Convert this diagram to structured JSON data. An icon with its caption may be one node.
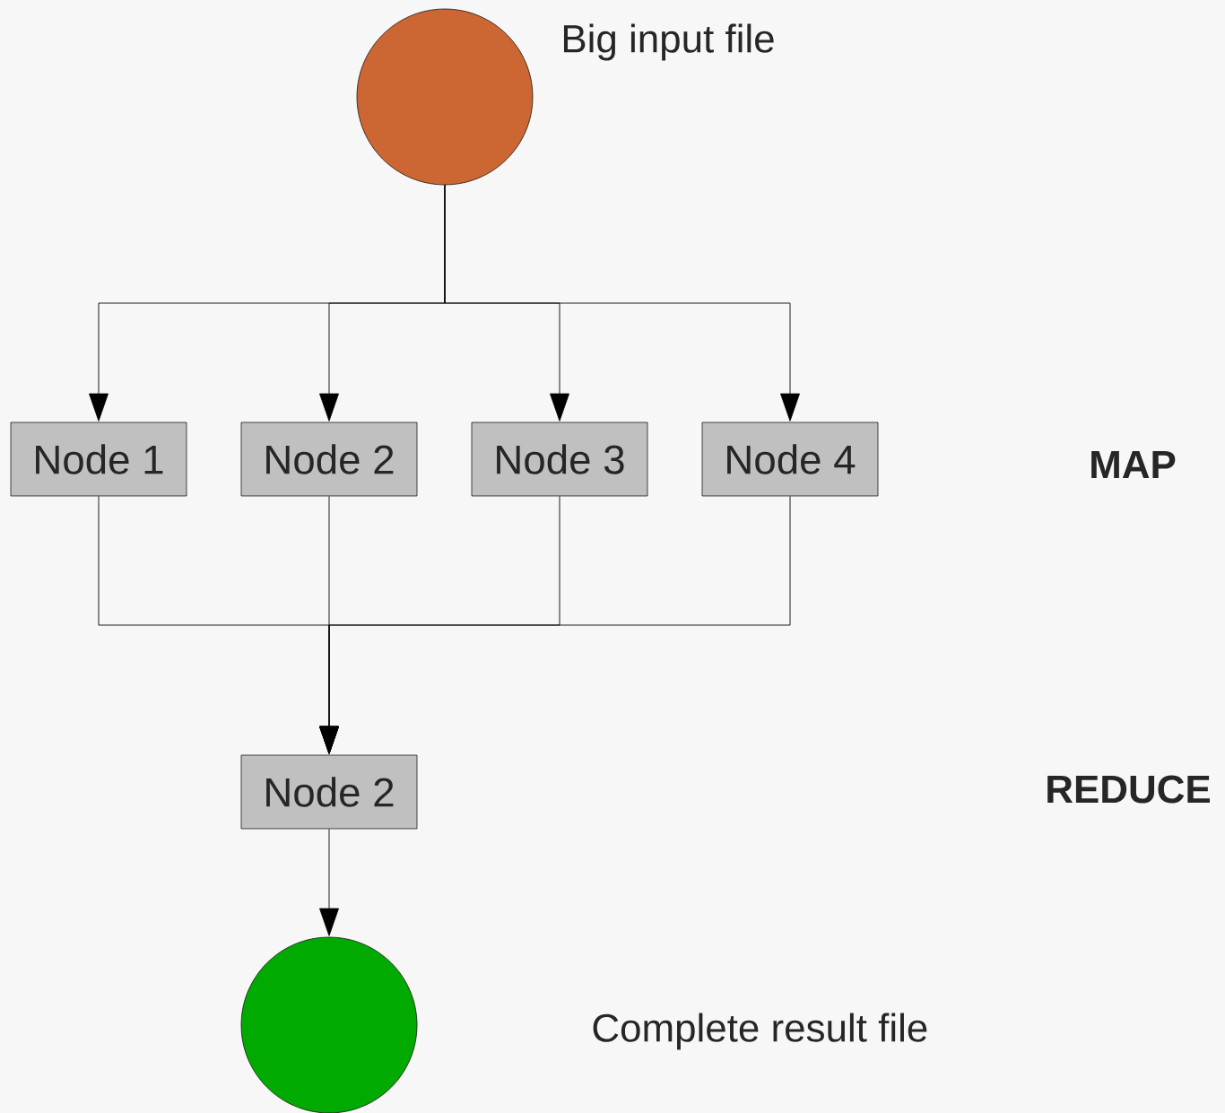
{
  "diagram": {
    "nodes": [
      {
        "text": [],
        "shape": "circle",
        "beside": [
          "Big input file"
        ]
      },
      {
        "text": [
          "Node 1"
        ]
      },
      {
        "text": [
          "Node 2"
        ]
      },
      {
        "text": [
          "Node 3"
        ]
      },
      {
        "text": [
          "Node 4"
        ]
      },
      {
        "text": [
          "Node 2"
        ]
      },
      {
        "text": [],
        "shape": "circle"
      }
    ],
    "edges": [
      {
        "from": 0,
        "to": 1,
        "arrow": "to"
      },
      {
        "from": 0,
        "to": 2,
        "arrow": "to"
      },
      {
        "from": 0,
        "to": 3,
        "arrow": "to"
      },
      {
        "from": 0,
        "to": 4,
        "arrow": "to"
      },
      {
        "from": 1,
        "to": 5,
        "arrow": "to"
      },
      {
        "from": 2,
        "to": 5,
        "arrow": "to"
      },
      {
        "from": 3,
        "to": 5,
        "arrow": "to"
      },
      {
        "from": 4,
        "to": 5,
        "arrow": "to"
      },
      {
        "from": 5,
        "to": 6,
        "arrow": "to"
      }
    ],
    "labels": [
      "MAP",
      "REDUCE",
      "Complete result file"
    ]
  }
}
